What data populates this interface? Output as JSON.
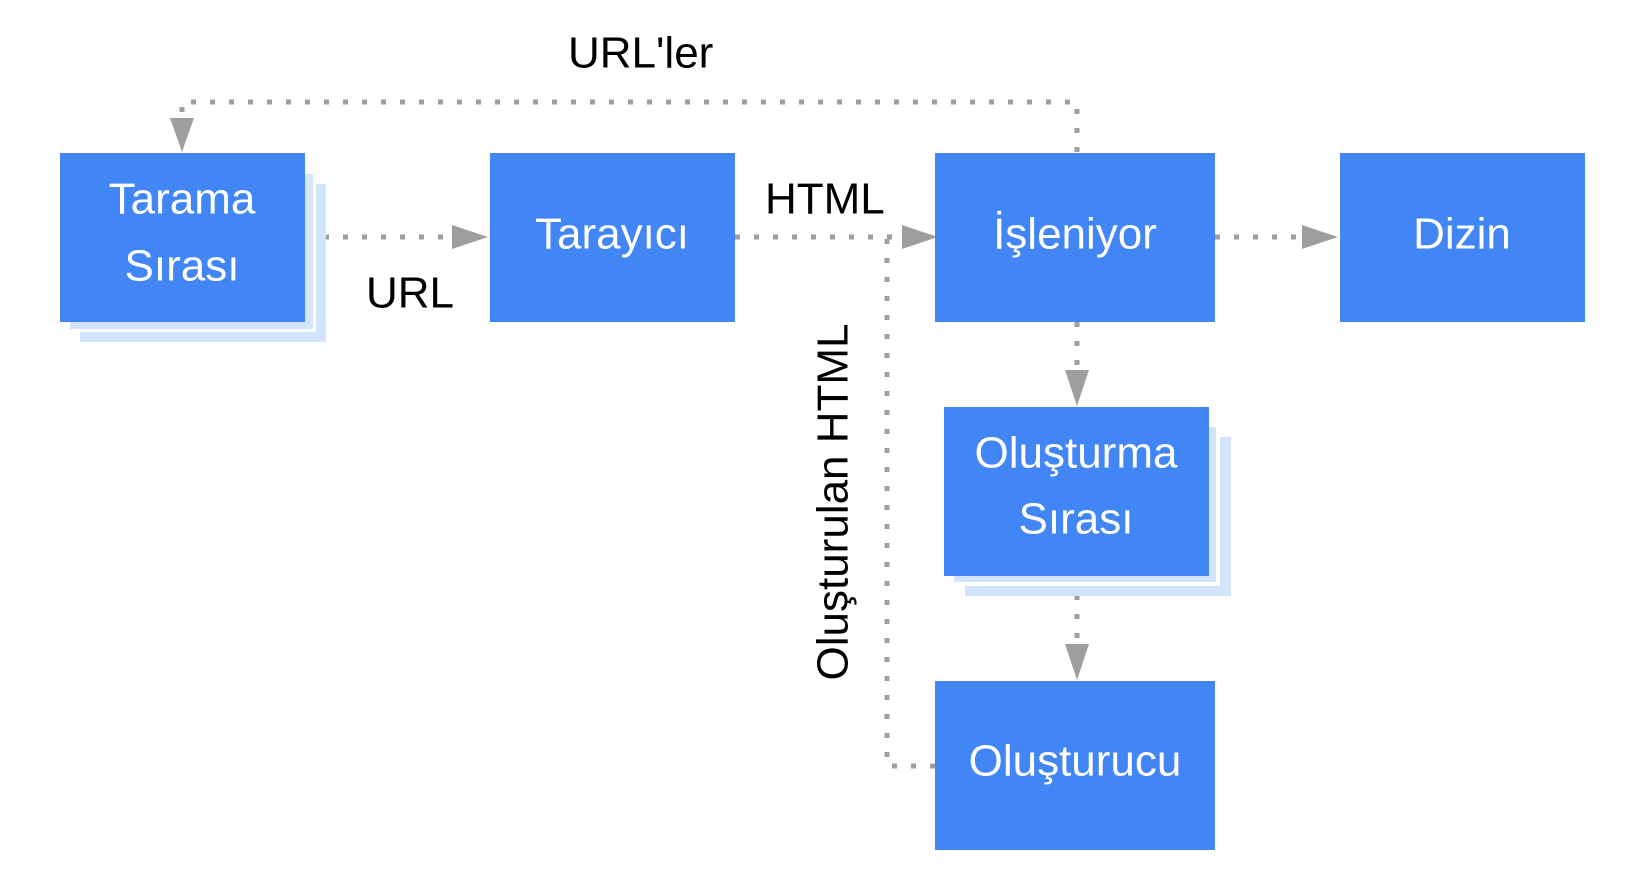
{
  "diagram": {
    "nodes": {
      "tarama_sirasi": {
        "line1": "Tarama",
        "line2": "Sırası"
      },
      "tarayici": {
        "label": "Tarayıcı"
      },
      "isleniyor": {
        "label": "İşleniyor"
      },
      "dizin": {
        "label": "Dizin"
      },
      "olusturma_sirasi": {
        "line1": "Oluşturma",
        "line2": "Sırası"
      },
      "olusturucu": {
        "label": "Oluşturucu"
      }
    },
    "edges": {
      "url": "URL",
      "html": "HTML",
      "urls": "URL'ler",
      "rendered_html": "Oluşturulan HTML"
    },
    "colors": {
      "node": "#4285f4",
      "node_stack": "#d2e3fc",
      "connector": "#9e9e9e",
      "label": "#000000"
    }
  }
}
